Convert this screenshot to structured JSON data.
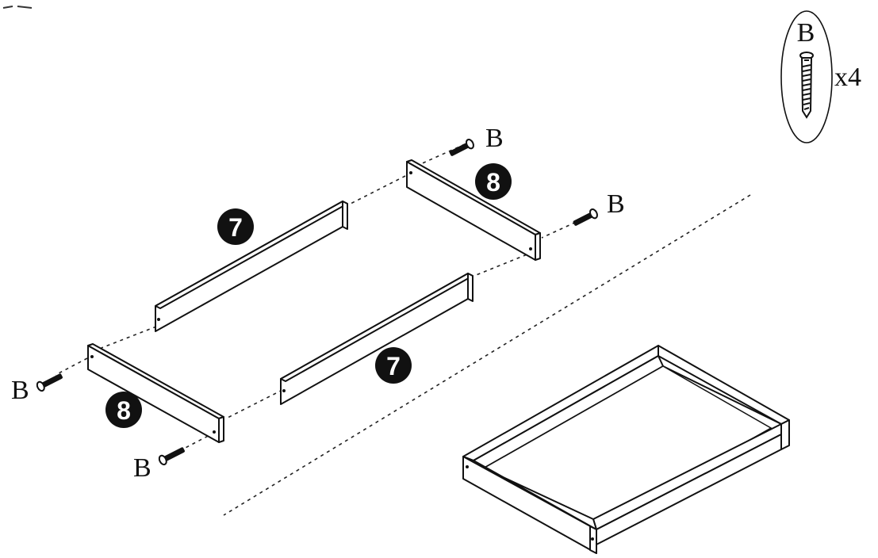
{
  "hardware": {
    "part_letter": "B",
    "quantity": "x4"
  },
  "labels": {
    "screw_b": "B",
    "rail_long": "7",
    "rail_short": "8"
  },
  "colors": {
    "ink": "#111111",
    "paper": "#ffffff"
  },
  "icons": [
    "screw-icon",
    "part-badge-icon"
  ]
}
